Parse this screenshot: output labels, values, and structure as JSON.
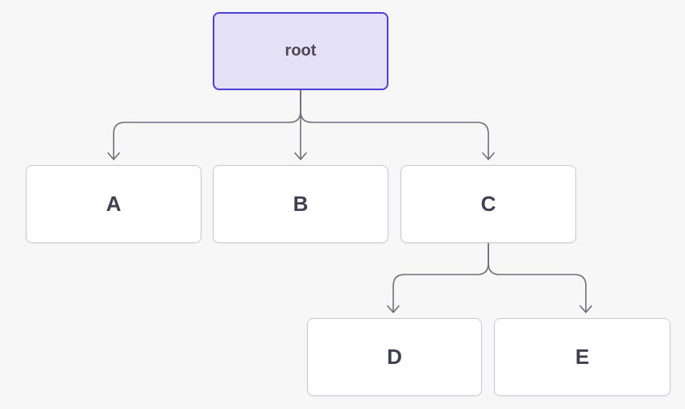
{
  "diagram": {
    "type": "tree",
    "nodes": [
      {
        "id": "root",
        "label": "root",
        "highlighted": true
      },
      {
        "id": "A",
        "label": "A",
        "highlighted": false
      },
      {
        "id": "B",
        "label": "B",
        "highlighted": false
      },
      {
        "id": "C",
        "label": "C",
        "highlighted": false
      },
      {
        "id": "D",
        "label": "D",
        "highlighted": false
      },
      {
        "id": "E",
        "label": "E",
        "highlighted": false
      }
    ],
    "edges": [
      {
        "from": "root",
        "to": "A"
      },
      {
        "from": "root",
        "to": "B"
      },
      {
        "from": "root",
        "to": "C"
      },
      {
        "from": "C",
        "to": "D"
      },
      {
        "from": "C",
        "to": "E"
      }
    ]
  },
  "colors": {
    "page_background": "#f7f7f8",
    "root_node_fill": "#e4e1f6",
    "root_node_border": "#4e3fd8",
    "root_node_text": "#4d4854",
    "child_node_fill": "#ffffff",
    "child_node_border": "#c8c8d1",
    "child_node_text": "#3d4152",
    "connector": "#6e6e7a"
  }
}
